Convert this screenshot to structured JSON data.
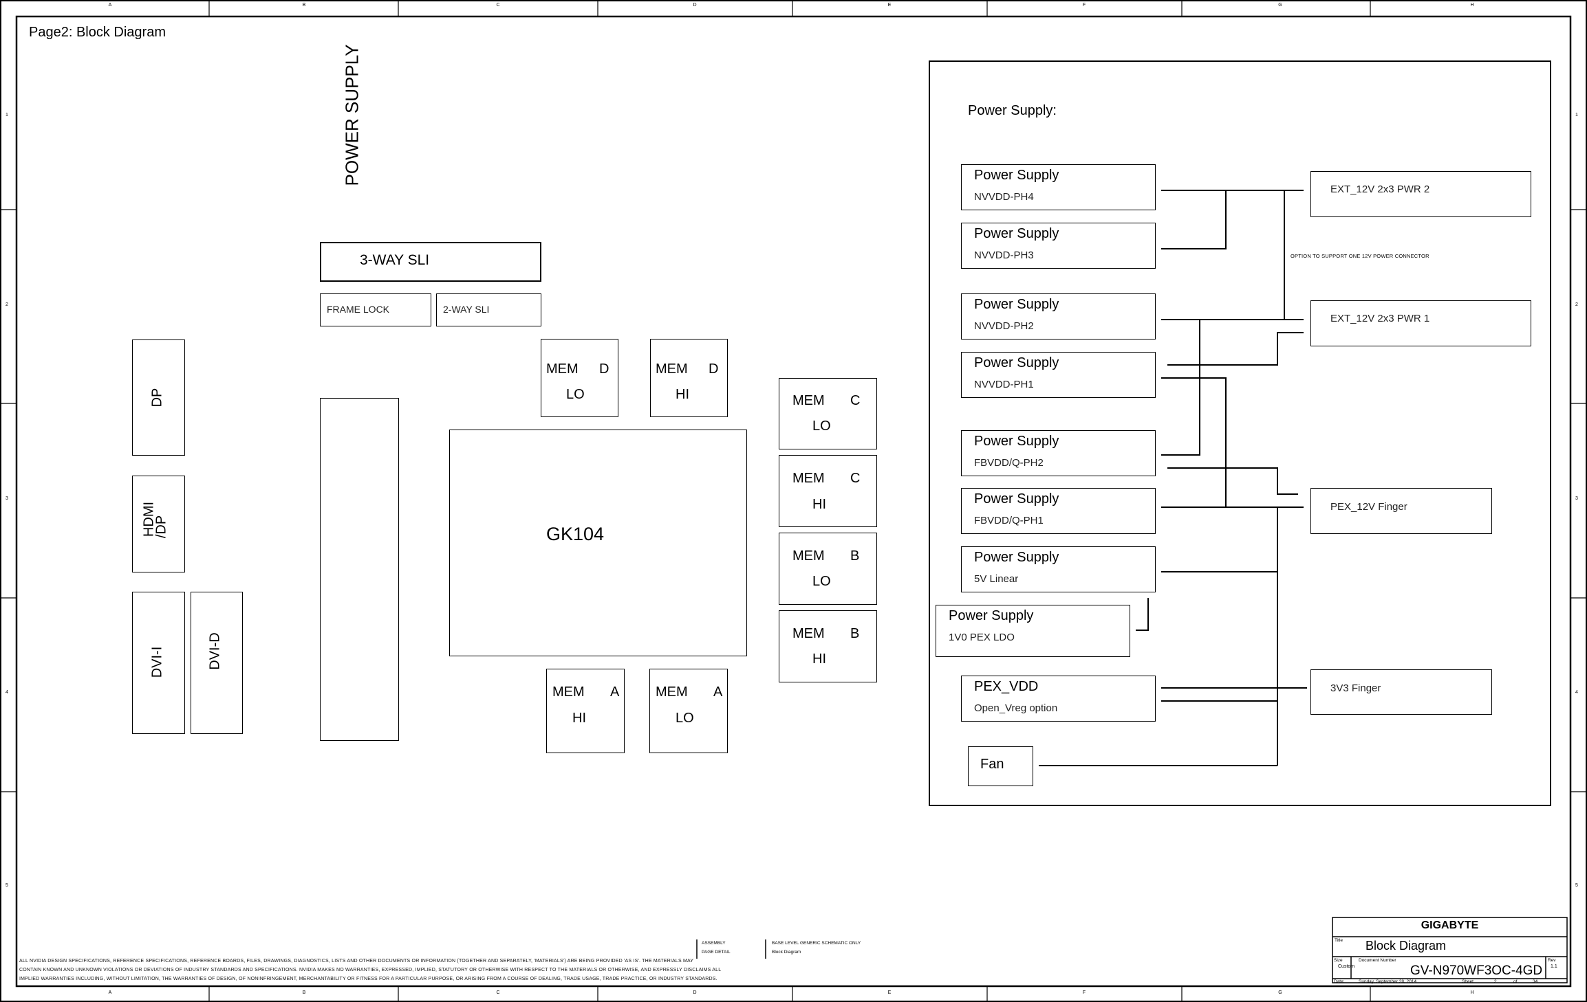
{
  "page": {
    "title": "Page2: Block Diagram"
  },
  "border": {
    "columns": [
      "A",
      "B",
      "C",
      "D",
      "E",
      "F",
      "G",
      "H"
    ],
    "rows": [
      "1",
      "2",
      "3",
      "4",
      "5"
    ]
  },
  "left_section": {
    "sli": {
      "three_way": "3-WAY SLI",
      "frame_lock": "FRAME LOCK",
      "two_way": "2-WAY SLI"
    },
    "outputs": {
      "dp": "DP",
      "hdmi_line1": "HDMI",
      "hdmi_line2": "/DP",
      "dvi_i": "DVI-I",
      "dvi_d": "DVI-D"
    },
    "power_supply": "POWER SUPPLY",
    "gpu": "GK104",
    "memory": [
      {
        "id": "d-lo",
        "label": "MEM",
        "channel": "D",
        "bank": "LO"
      },
      {
        "id": "d-hi",
        "label": "MEM",
        "channel": "D",
        "bank": "HI"
      },
      {
        "id": "c-lo",
        "label": "MEM",
        "channel": "C",
        "bank": "LO"
      },
      {
        "id": "c-hi",
        "label": "MEM",
        "channel": "C",
        "bank": "HI"
      },
      {
        "id": "b-lo",
        "label": "MEM",
        "channel": "B",
        "bank": "LO"
      },
      {
        "id": "b-hi",
        "label": "MEM",
        "channel": "B",
        "bank": "HI"
      },
      {
        "id": "a-hi",
        "label": "MEM",
        "channel": "A",
        "bank": "HI"
      },
      {
        "id": "a-lo",
        "label": "MEM",
        "channel": "A",
        "bank": "LO"
      }
    ]
  },
  "power_panel": {
    "heading": "Power Supply:",
    "supplies": [
      {
        "title": "Power Supply",
        "rail": "NVVDD-PH4"
      },
      {
        "title": "Power Supply",
        "rail": "NVVDD-PH3"
      },
      {
        "title": "Power Supply",
        "rail": "NVVDD-PH2"
      },
      {
        "title": "Power Supply",
        "rail": "NVVDD-PH1"
      },
      {
        "title": "Power Supply",
        "rail": "FBVDD/Q-PH2"
      },
      {
        "title": "Power Supply",
        "rail": "FBVDD/Q-PH1"
      },
      {
        "title": "Power Supply",
        "rail": "5V Linear"
      },
      {
        "title": "Power Supply",
        "rail": "1V0 PEX LDO"
      },
      {
        "title": "PEX_VDD",
        "rail": "Open_Vreg option"
      }
    ],
    "fan": "Fan",
    "connectors": {
      "ext_pwr2": "EXT_12V 2x3 PWR 2",
      "ext_pwr1": "EXT_12V 2x3 PWR 1",
      "pex_12v": "PEX_12V Finger",
      "finger_3v3": "3V3 Finger"
    },
    "note": "OPTION TO SUPPORT ONE 12V POWER CONNECTOR"
  },
  "footer": {
    "legal": [
      "ALL NVIDIA DESIGN SPECIFICATIONS, REFERENCE SPECIFICATIONS, REFERENCE BOARDS, FILES, DRAWINGS, DIAGNOSTICS, LISTS AND OTHER DOCUMENTS OR INFORMATION (TOGETHER AND SEPARATELY, 'MATERIALS') ARE BEING PROVIDED 'AS IS'. THE MATERIALS MAY",
      "CONTAIN KNOWN AND UNKNOWN VIOLATIONS OR DEVIATIONS OF INDUSTRY STANDARDS AND SPECIFICATIONS. NVIDIA MAKES NO WARRANTIES, EXPRESSED, IMPLIED, STATUTORY OR OTHERWISE WITH RESPECT TO THE MATERIALS OR OTHERWISE, AND EXPRESSLY DISCLAIMS ALL",
      "IMPLIED WARRANTIES INCLUDING, WITHOUT LIMITATION, THE WARRANTIES OF DESIGN, OF NONINFRINGEMENT, MERCHANTABILITY OR FITNESS FOR A PARTICULAR PURPOSE, OR ARISING FROM A COURSE OF DEALING, TRADE USAGE, TRADE PRACTICE, OR INDUSTRY STANDARDS."
    ],
    "assembly_label": "ASSEMBLY",
    "page_detail_label": "PAGE DETAIL",
    "assembly_value": "BASE LEVEL GENERIC SCHEMATIC ONLY",
    "page_detail_value": "Block Diagram"
  },
  "title_block": {
    "company": "GIGABYTE",
    "title_label": "Title",
    "title": "Block Diagram",
    "size_label": "Size",
    "size": "Custom",
    "docnum_label": "Document Number",
    "docnum": "GV-N970WF3OC-4GD",
    "rev_label": "Rev",
    "rev": "1.1",
    "date_label": "Date:",
    "date": "Sunday, September 28, 2014",
    "sheet_label": "Sheet",
    "sheet": "2",
    "of_label": "of",
    "total_sheets": "34"
  }
}
